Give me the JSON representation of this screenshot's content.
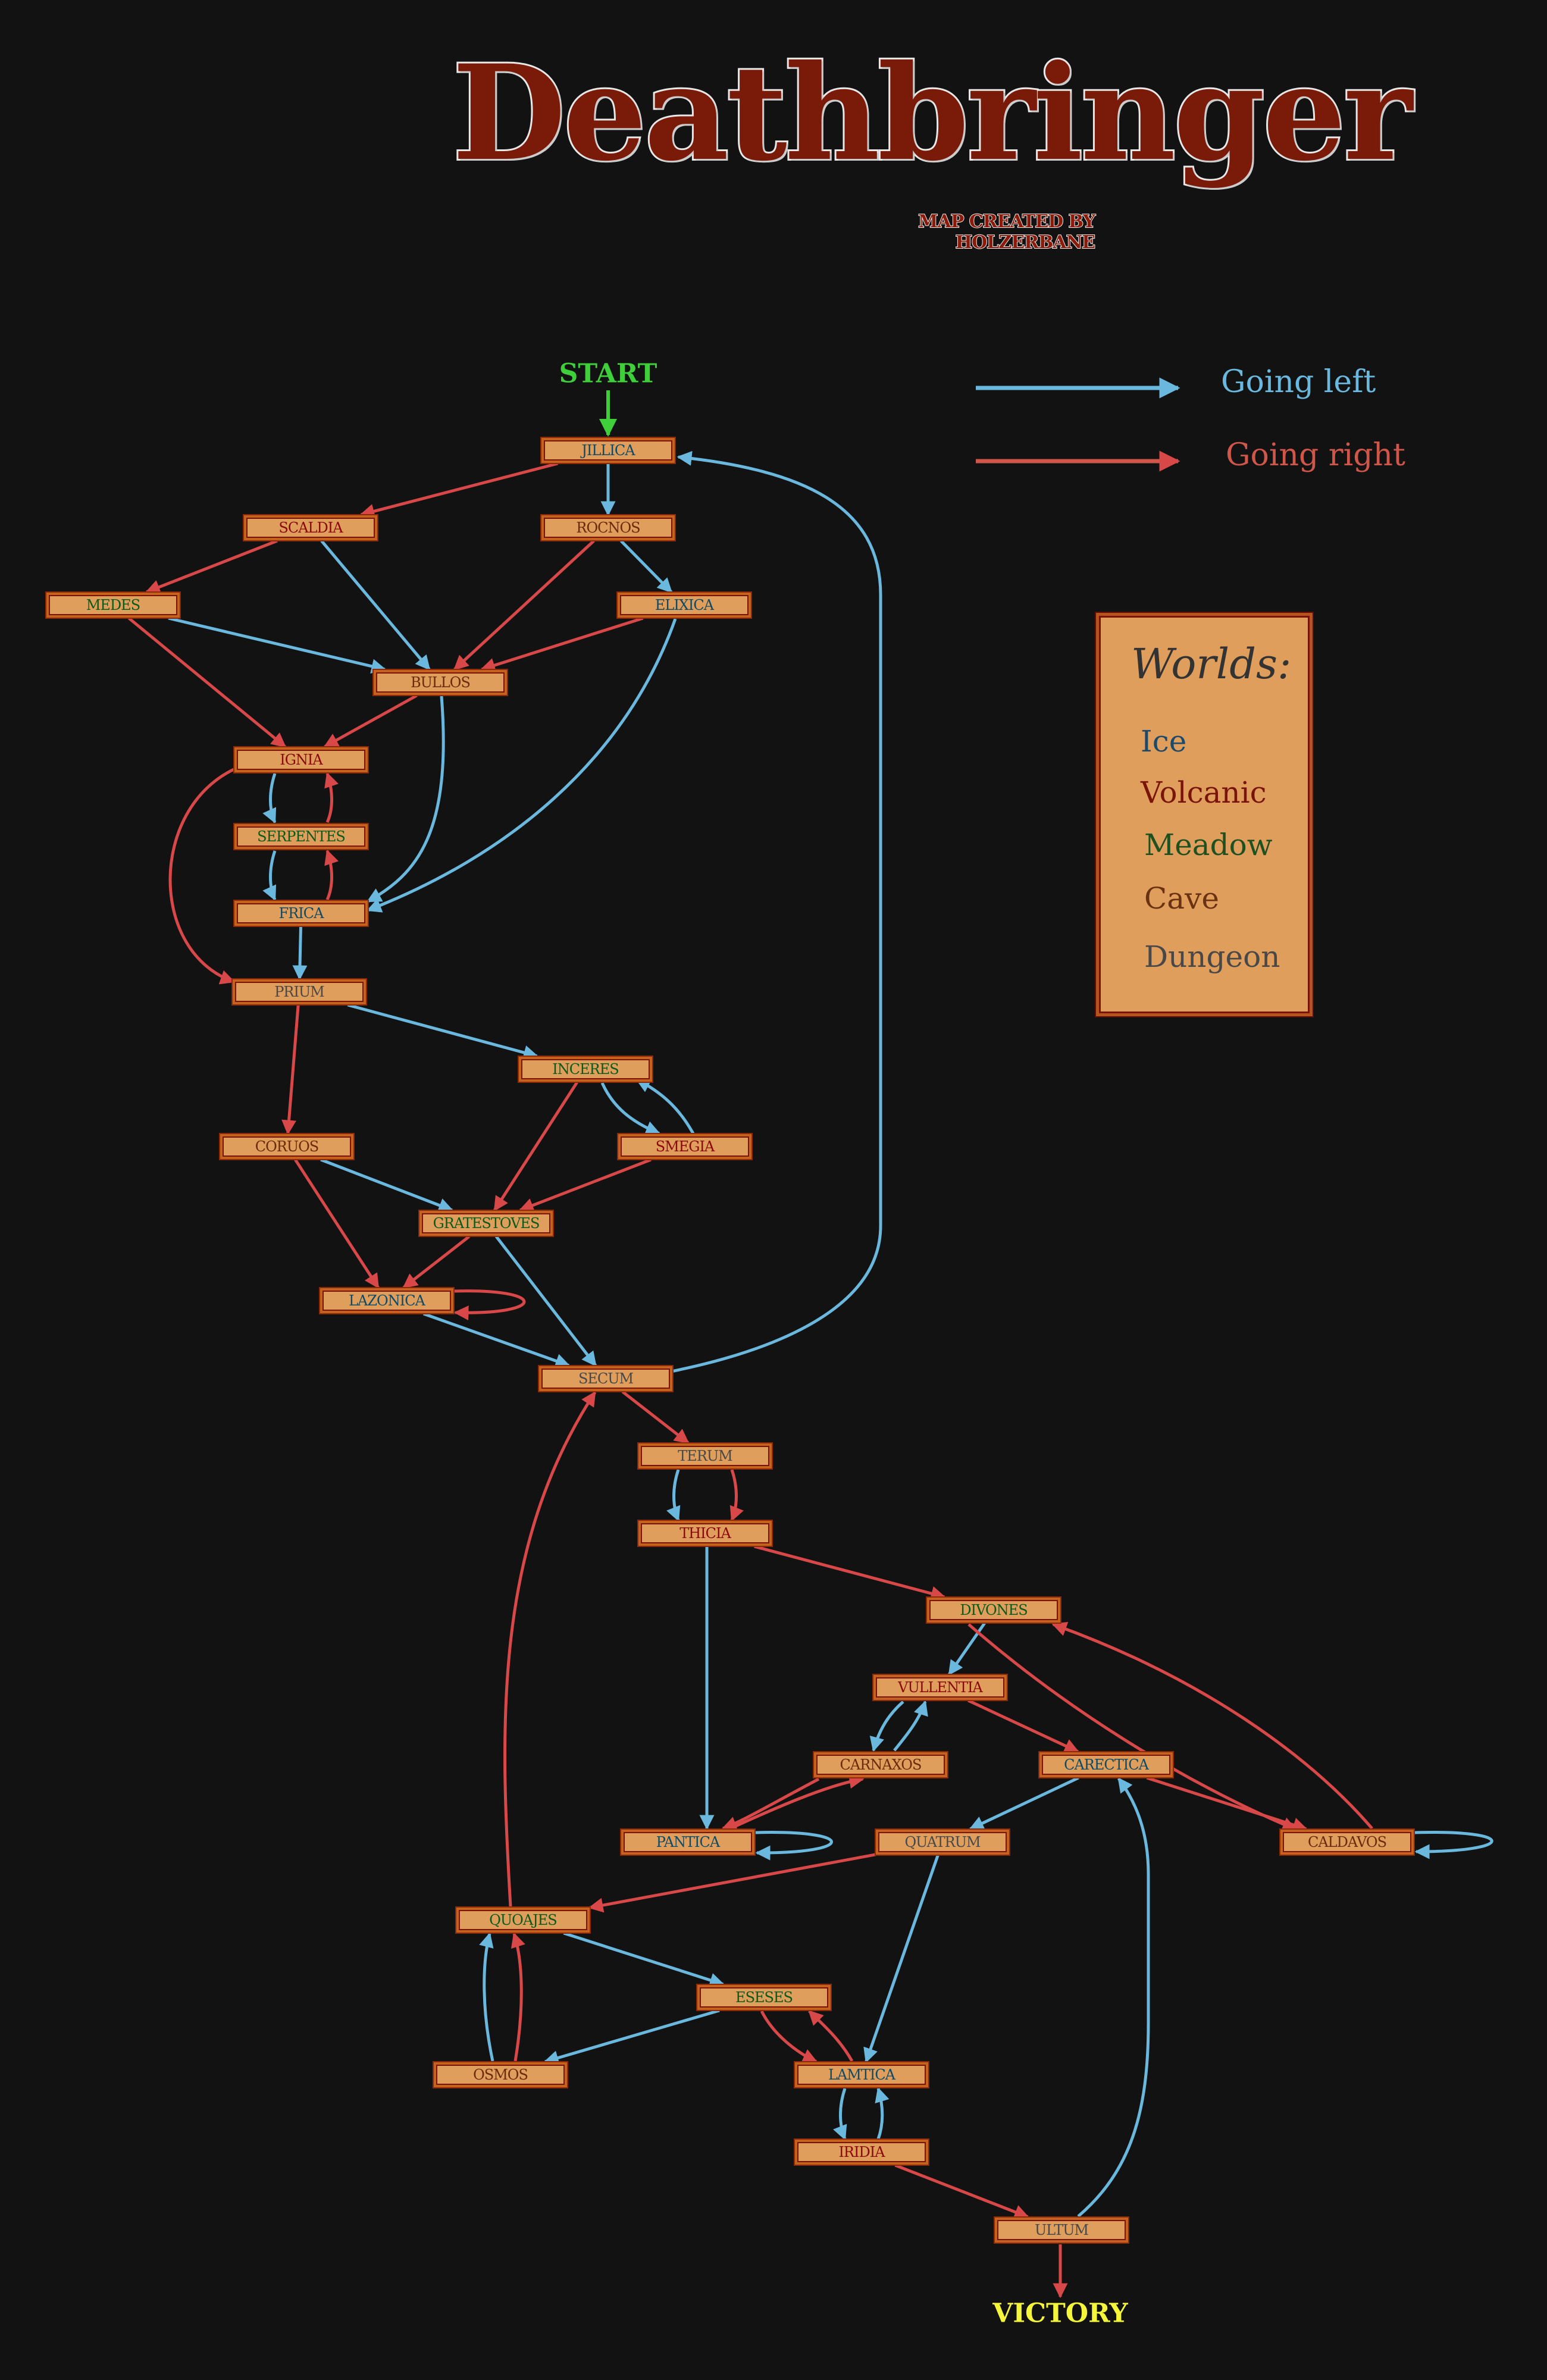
{
  "header": {
    "title": "Deathbringer",
    "subtitle": "MAP CREATED BY HOLZERBANE"
  },
  "legend": {
    "arrows": [
      {
        "label": "Going left",
        "color": "#6ab8de"
      },
      {
        "label": "Going right",
        "color": "#d0564a"
      }
    ],
    "worlds_title": "Worlds:",
    "worlds": [
      {
        "name": "Ice",
        "color": "#1e4a6a"
      },
      {
        "name": "Volcanic",
        "color": "#7a1408"
      },
      {
        "name": "Meadow",
        "color": "#1e5020"
      },
      {
        "name": "Cave",
        "color": "#6a3210"
      },
      {
        "name": "Dungeon",
        "color": "#484848"
      }
    ]
  },
  "colors": {
    "left": "#6ab8de",
    "right": "#d94848",
    "start": "#3ecf3a",
    "victory": "#f5f53a",
    "ice": "#0e4a66",
    "volcanic": "#8a0808",
    "meadow": "#0a5a1a",
    "cave": "#6a2a08",
    "dungeon": "#484848"
  },
  "start_label": "START",
  "victory_label": "VICTORY",
  "nodes": [
    {
      "id": "jillica",
      "name": "JILLICA",
      "world": "ice"
    },
    {
      "id": "scaldia",
      "name": "SCALDIA",
      "world": "volcanic"
    },
    {
      "id": "rocnos",
      "name": "ROCNOS",
      "world": "cave"
    },
    {
      "id": "medes",
      "name": "MEDES",
      "world": "meadow"
    },
    {
      "id": "elixica",
      "name": "ELIXICA",
      "world": "ice"
    },
    {
      "id": "bullos",
      "name": "BULLOS",
      "world": "cave"
    },
    {
      "id": "ignia",
      "name": "IGNIA",
      "world": "volcanic"
    },
    {
      "id": "serpentes",
      "name": "SERPENTES",
      "world": "meadow"
    },
    {
      "id": "frica",
      "name": "FRICA",
      "world": "ice"
    },
    {
      "id": "prium",
      "name": "PRIUM",
      "world": "dungeon"
    },
    {
      "id": "inceres",
      "name": "INCERES",
      "world": "meadow"
    },
    {
      "id": "coruos",
      "name": "CORUOS",
      "world": "cave"
    },
    {
      "id": "smegia",
      "name": "SMEGIA",
      "world": "volcanic"
    },
    {
      "id": "gratestoves",
      "name": "GRATESTOVES",
      "world": "meadow"
    },
    {
      "id": "lazonica",
      "name": "LAZONICA",
      "world": "ice"
    },
    {
      "id": "secum",
      "name": "SECUM",
      "world": "dungeon"
    },
    {
      "id": "terum",
      "name": "TERUM",
      "world": "dungeon"
    },
    {
      "id": "thicia",
      "name": "THICIA",
      "world": "volcanic"
    },
    {
      "id": "divones",
      "name": "DIVONES",
      "world": "meadow"
    },
    {
      "id": "vullentia",
      "name": "VULLENTIA",
      "world": "volcanic"
    },
    {
      "id": "carnaxos",
      "name": "CARNAXOS",
      "world": "cave"
    },
    {
      "id": "carectica",
      "name": "CARECTICA",
      "world": "ice"
    },
    {
      "id": "pantica",
      "name": "PANTICA",
      "world": "ice"
    },
    {
      "id": "quatrum",
      "name": "QUATRUM",
      "world": "dungeon"
    },
    {
      "id": "caldavos",
      "name": "CALDAVOS",
      "world": "cave"
    },
    {
      "id": "quoajes",
      "name": "QUOAJES",
      "world": "meadow"
    },
    {
      "id": "eseses",
      "name": "ESESES",
      "world": "meadow"
    },
    {
      "id": "osmos",
      "name": "OSMOS",
      "world": "cave"
    },
    {
      "id": "lamtica",
      "name": "LAMTICA",
      "world": "ice"
    },
    {
      "id": "iridia",
      "name": "IRIDIA",
      "world": "volcanic"
    },
    {
      "id": "ultum",
      "name": "ULTUM",
      "world": "dungeon"
    }
  ],
  "edges": [
    {
      "from": "start",
      "to": "jillica",
      "dir": "start"
    },
    {
      "from": "jillica",
      "to": "rocnos",
      "dir": "left"
    },
    {
      "from": "jillica",
      "to": "scaldia",
      "dir": "right"
    },
    {
      "from": "scaldia",
      "to": "medes",
      "dir": "right"
    },
    {
      "from": "scaldia",
      "to": "bullos",
      "dir": "left"
    },
    {
      "from": "rocnos",
      "to": "elixica",
      "dir": "left"
    },
    {
      "from": "rocnos",
      "to": "bullos",
      "dir": "right"
    },
    {
      "from": "medes",
      "to": "bullos",
      "dir": "left"
    },
    {
      "from": "medes",
      "to": "ignia",
      "dir": "right"
    },
    {
      "from": "elixica",
      "to": "bullos",
      "dir": "right"
    },
    {
      "from": "elixica",
      "to": "frica",
      "dir": "left"
    },
    {
      "from": "bullos",
      "to": "ignia",
      "dir": "right"
    },
    {
      "from": "bullos",
      "to": "frica",
      "dir": "left"
    },
    {
      "from": "ignia",
      "to": "serpentes",
      "dir": "left"
    },
    {
      "from": "serpentes",
      "to": "ignia",
      "dir": "right"
    },
    {
      "from": "ignia",
      "to": "prium",
      "dir": "right"
    },
    {
      "from": "serpentes",
      "to": "frica",
      "dir": "left"
    },
    {
      "from": "frica",
      "to": "serpentes",
      "dir": "right"
    },
    {
      "from": "frica",
      "to": "prium",
      "dir": "left"
    },
    {
      "from": "prium",
      "to": "inceres",
      "dir": "left"
    },
    {
      "from": "prium",
      "to": "coruos",
      "dir": "right"
    },
    {
      "from": "inceres",
      "to": "smegia",
      "dir": "left"
    },
    {
      "from": "smegia",
      "to": "inceres",
      "dir": "left"
    },
    {
      "from": "inceres",
      "to": "gratestoves",
      "dir": "right"
    },
    {
      "from": "smegia",
      "to": "gratestoves",
      "dir": "right"
    },
    {
      "from": "coruos",
      "to": "gratestoves",
      "dir": "left"
    },
    {
      "from": "coruos",
      "to": "lazonica",
      "dir": "right"
    },
    {
      "from": "gratestoves",
      "to": "lazonica",
      "dir": "right"
    },
    {
      "from": "gratestoves",
      "to": "secum",
      "dir": "left"
    },
    {
      "from": "lazonica",
      "to": "lazonica",
      "dir": "right"
    },
    {
      "from": "lazonica",
      "to": "secum",
      "dir": "left"
    },
    {
      "from": "secum",
      "to": "jillica",
      "dir": "left"
    },
    {
      "from": "secum",
      "to": "terum",
      "dir": "right"
    },
    {
      "from": "terum",
      "to": "thicia",
      "dir": "left"
    },
    {
      "from": "terum",
      "to": "thicia",
      "dir": "right"
    },
    {
      "from": "thicia",
      "to": "pantica",
      "dir": "left"
    },
    {
      "from": "thicia",
      "to": "divones",
      "dir": "right"
    },
    {
      "from": "divones",
      "to": "vullentia",
      "dir": "left"
    },
    {
      "from": "divones",
      "to": "caldavos",
      "dir": "right"
    },
    {
      "from": "caldavos",
      "to": "divones",
      "dir": "right"
    },
    {
      "from": "caldavos",
      "to": "caldavos",
      "dir": "left"
    },
    {
      "from": "vullentia",
      "to": "carnaxos",
      "dir": "left"
    },
    {
      "from": "carnaxos",
      "to": "vullentia",
      "dir": "left"
    },
    {
      "from": "vullentia",
      "to": "carectica",
      "dir": "right"
    },
    {
      "from": "carnaxos",
      "to": "pantica",
      "dir": "right"
    },
    {
      "from": "pantica",
      "to": "carnaxos",
      "dir": "right"
    },
    {
      "from": "pantica",
      "to": "pantica",
      "dir": "left"
    },
    {
      "from": "carectica",
      "to": "quatrum",
      "dir": "left"
    },
    {
      "from": "carectica",
      "to": "caldavos",
      "dir": "right"
    },
    {
      "from": "quatrum",
      "to": "quoajes",
      "dir": "right"
    },
    {
      "from": "quatrum",
      "to": "lamtica",
      "dir": "left"
    },
    {
      "from": "quoajes",
      "to": "secum",
      "dir": "right"
    },
    {
      "from": "quoajes",
      "to": "eseses",
      "dir": "left"
    },
    {
      "from": "osmos",
      "to": "quoajes",
      "dir": "left"
    },
    {
      "from": "osmos",
      "to": "quoajes",
      "dir": "right"
    },
    {
      "from": "eseses",
      "to": "osmos",
      "dir": "left"
    },
    {
      "from": "eseses",
      "to": "lamtica",
      "dir": "right"
    },
    {
      "from": "lamtica",
      "to": "eseses",
      "dir": "right"
    },
    {
      "from": "lamtica",
      "to": "iridia",
      "dir": "left"
    },
    {
      "from": "iridia",
      "to": "lamtica",
      "dir": "left"
    },
    {
      "from": "iridia",
      "to": "ultum",
      "dir": "right"
    },
    {
      "from": "ultum",
      "to": "carectica",
      "dir": "left"
    },
    {
      "from": "ultum",
      "to": "victory",
      "dir": "right"
    }
  ]
}
